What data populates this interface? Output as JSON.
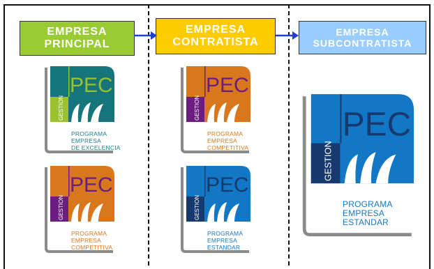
{
  "columns": [
    {
      "title_line1": "EMPRESA",
      "title_line2": "PRINCIPAL",
      "color": "#99cc33"
    },
    {
      "title_line1": "EMPRESA",
      "title_line2": "CONTRATISTA",
      "color": "#ffcc00"
    },
    {
      "title_line1": "EMPRESA",
      "title_line2": "SUBCONTRATISTA",
      "color": "#99ccff"
    }
  ],
  "logos": {
    "brand": "PEC",
    "side_label": "GESTION",
    "excelencia": {
      "line1": "PROGRAMA",
      "line2": "EMPRESA",
      "line3": "DE EXCELENCIA",
      "main_color": "#16757a",
      "accent_color": "#9ac12e",
      "text_color": "#1f7f8a"
    },
    "competitiva": {
      "line1": "PROGRAMA",
      "line2": "EMPRESA",
      "line3": "COMPETITIVA",
      "main_color": "#d9771c",
      "accent_color": "#6b1d80",
      "text_color": "#d9771c"
    },
    "estandar": {
      "line1": "PROGRAMA",
      "line2": "EMPRESA",
      "line3": "ESTANDAR",
      "main_color": "#1277c4",
      "accent_color": "#173a6e",
      "text_color": "#1277c4"
    }
  },
  "arrow_color": "#1f3fcf"
}
